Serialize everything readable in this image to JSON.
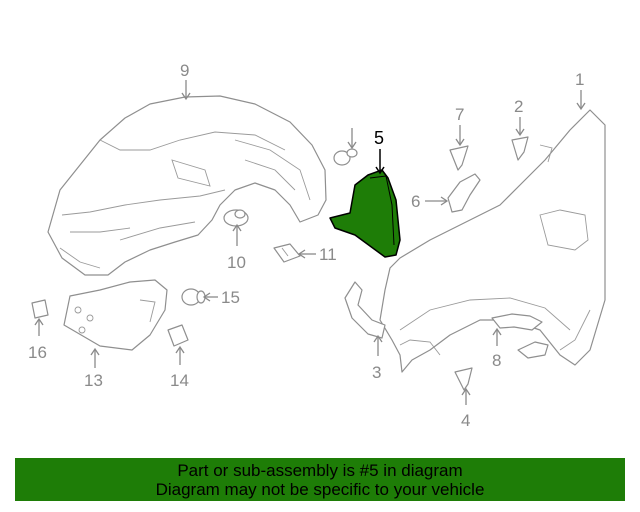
{
  "diagram": {
    "highlight_color": "#1e7d07",
    "callouts": {
      "c1": "1",
      "c2": "2",
      "c3": "3",
      "c4": "4",
      "c5": "5",
      "c6": "6",
      "c7": "7",
      "c8": "8",
      "c9": "9",
      "c10": "10",
      "c11": "11",
      "c13": "13",
      "c14": "14",
      "c15": "15",
      "c16": "16"
    },
    "highlighted_part": "5"
  },
  "banner": {
    "line1": "Part or sub-assembly is #5 in diagram",
    "line2": "Diagram may not be specific to your vehicle",
    "background": "#1e7d07"
  }
}
